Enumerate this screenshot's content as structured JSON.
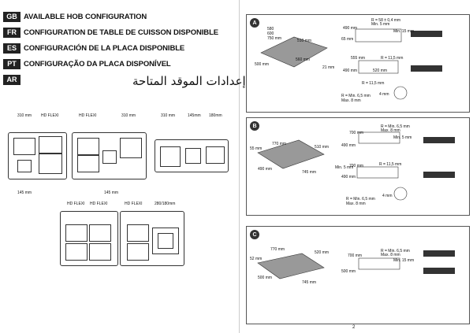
{
  "headers": [
    {
      "code": "GB",
      "text": "AVAILABLE HOB CONFIGURATION"
    },
    {
      "code": "FR",
      "text": "CONFIGURATION DE TABLE DE CUISSON DISPONIBLE"
    },
    {
      "code": "ES",
      "text": "CONFIGURACIÓN DE LA PLACA DISPONIBLE"
    },
    {
      "code": "PT",
      "text": "CONFIGURAÇÃO DA PLACA DISPONÍVEL"
    },
    {
      "code": "AR",
      "text": ""
    }
  ],
  "arabic_title": "إعدادات الموقد المتاحة",
  "config_labels": {
    "c1_top": "310 mm",
    "c2_top": "HD FLEXI",
    "c3_top_a": "HD FLEXI",
    "c3_top_b": "310 mm",
    "c4_top_a": "310 mm",
    "c4_top_b": "145mm",
    "c4_top_c": "180mm",
    "c1_bottom": "145 mm",
    "c3_bottom": "145 mm",
    "c5_top_a": "HD FLEXI",
    "c5_top_b": "HD FLEXI",
    "c6_top_a": "HD FLEXI",
    "c6_top_b": "280/180mm"
  },
  "panels": [
    {
      "letter": "A",
      "dims": [
        "580",
        "600",
        "750 mm",
        "510 mm",
        "500 mm",
        "560 mm",
        "21 mm"
      ],
      "notes": [
        "R = 58 ± 0,4 mm",
        "Min. 5 mm",
        "490 mm",
        "Min. 15 mm",
        "65 mm",
        "R = 11,5 mm",
        "555 mm",
        "490 mm",
        "520 mm",
        "R = 11,5 mm",
        "R = Min. 6,5 mm",
        "Max. 8 mm",
        "4 mm"
      ]
    },
    {
      "letter": "B",
      "dims": [
        "770 mm",
        "510 mm",
        "55 mm",
        "490 mm",
        "745 mm"
      ],
      "notes": [
        "R = Min. 6,5 mm",
        "Max. 8 mm",
        "Min. 5 mm",
        "700 mm",
        "490 mm",
        "Min. 5 mm",
        "R = 11,5 mm",
        "700 mm",
        "490 mm",
        "R = Min. 6,5 mm",
        "Max. 8 mm",
        "4 mm"
      ]
    },
    {
      "letter": "C",
      "dims": [
        "770 mm",
        "520 mm",
        "52 mm",
        "500 mm",
        "745 mm"
      ],
      "notes": [
        "R = Min. 6,5 mm",
        "Max. 8 mm",
        "700 mm",
        "Min. 15 mm",
        "500 mm"
      ]
    }
  ],
  "page_number": "2"
}
